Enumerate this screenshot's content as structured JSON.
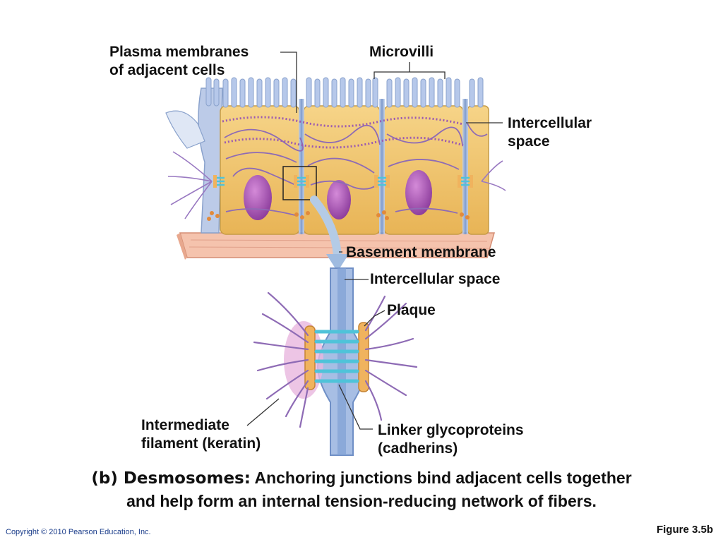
{
  "labels": {
    "plasma_membranes_line1": "Plasma membranes",
    "plasma_membranes_line2": "of adjacent cells",
    "microvilli": "Microvilli",
    "intercellular_space_line1": "Intercellular",
    "intercellular_space_line2": "space",
    "basement_membrane": "Basement membrane",
    "intercellular_space_detail": "Intercellular space",
    "plaque": "Plaque",
    "intermediate_filament_line1": "Intermediate",
    "intermediate_filament_line2": "filament (keratin)",
    "linker_line1": "Linker glycoproteins",
    "linker_line2": "(cadherins)"
  },
  "caption": {
    "lead": "(b) Desmosomes:",
    "line1_rest": " Anchoring junctions bind adjacent cells together",
    "line2": "and help form an internal tension-reducing network of fibers."
  },
  "footer": {
    "copyright": "Copyright © 2010 Pearson Education, Inc.",
    "figure": "Figure 3.5b"
  },
  "colors": {
    "cytoplasm": "#f2c66a",
    "membrane": "#9fb7dd",
    "nucleus": "#a24fb0",
    "filament": "#8e6bb5",
    "plaque": "#f0b35e",
    "cadherin": "#4fc3d9",
    "basement": "#f2b9a4"
  }
}
